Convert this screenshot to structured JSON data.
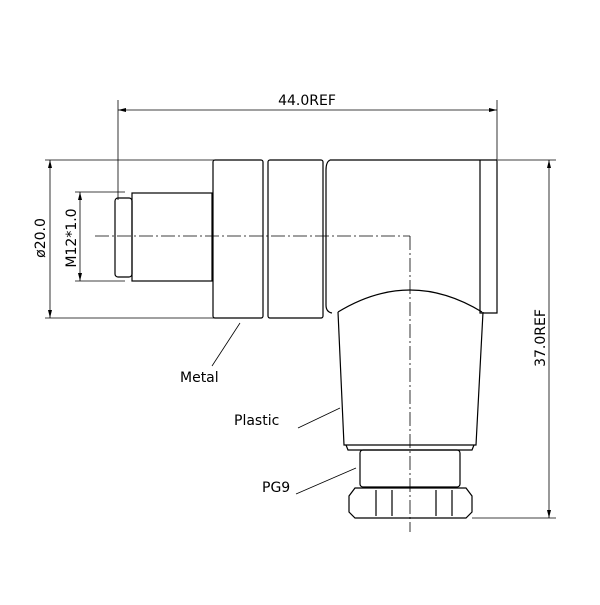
{
  "drawing": {
    "dimensions": {
      "overall_length": "44.0REF",
      "overall_height": "37.0REF",
      "outer_diameter": "ø20.0",
      "thread": "M12*1.0"
    },
    "labels": {
      "metal": "Metal",
      "plastic": "Plastic",
      "gland_thread": "PG9"
    }
  }
}
